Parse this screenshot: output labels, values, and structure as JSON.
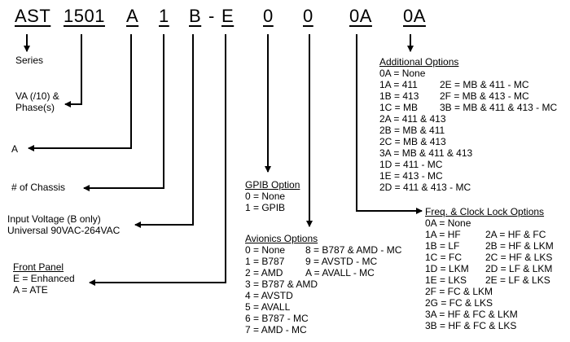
{
  "part_number": {
    "segments": [
      "AST",
      "1501",
      "A",
      "1",
      "B",
      "E",
      "0",
      "0",
      "0A",
      "0A"
    ],
    "separator": "-"
  },
  "labels": {
    "series": "Series",
    "va_phase": [
      "VA (/10) &",
      "Phase(s)"
    ],
    "a": "A",
    "chassis": "# of Chassis",
    "input_voltage": [
      "Input Voltage (B only)",
      "Universal 90VAC-264VAC"
    ]
  },
  "front_panel": {
    "title": "Front Panel",
    "items": [
      "E = Enhanced",
      "A = ATE"
    ]
  },
  "gpib": {
    "title": "GPIB Option",
    "items": [
      "0 = None",
      "1 = GPIB"
    ]
  },
  "avionics": {
    "title": "Avionics Options",
    "col1": [
      "0 = None",
      "1 = B787",
      "2 = AMD",
      "3 = B787 & AMD",
      "4 = AVSTD",
      "5 = AVALL",
      "6 = B787 - MC",
      "7 = AMD - MC"
    ],
    "col2": [
      "8 = B787 & AMD - MC",
      "9 = AVSTD - MC",
      "A = AVALL - MC"
    ]
  },
  "additional": {
    "title": "Additional Options",
    "col1": [
      "0A = None",
      "1A = 411",
      "1B = 413",
      "1C = MB",
      "2A = 411 & 413",
      "2B = MB & 411",
      "2C = MB & 413",
      "3A = MB & 411 & 413",
      "1D = 411 - MC",
      "1E = 413 - MC",
      "2D = 411 & 413 - MC"
    ],
    "col2": [
      "2E = MB & 411 - MC",
      "2F = MB & 413 - MC",
      "3B = MB & 411 & 413 - MC"
    ]
  },
  "freq_clock": {
    "title": "Freq. & Clock Lock Options",
    "top": "0A = None",
    "col1": [
      "1A = HF",
      "1B = LF",
      "1C = FC",
      "1D = LKM",
      "1E = LKS"
    ],
    "col2": [
      "2A = HF & FC",
      "2B = HF & LKM",
      "2C = HF & LKS",
      "2D = LF & LKM",
      "2E = LF & LKS"
    ],
    "tail": [
      "2F = FC & LKM",
      "2G = FC & LKS",
      "3A = HF & FC & LKM",
      "3B = HF & FC & LKS"
    ]
  }
}
